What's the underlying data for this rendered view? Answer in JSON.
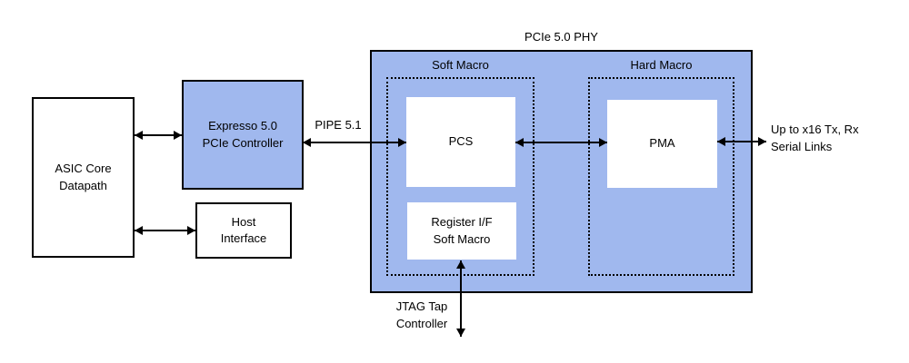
{
  "diagram": {
    "colors": {
      "blue_fill": "#a0b8ee",
      "white_fill": "#ffffff",
      "line_black": "#000000"
    },
    "nodes": {
      "asic": {
        "label": "ASIC Core\nDatapath"
      },
      "expresso": {
        "label": "Expresso 5.0\nPCIe Controller"
      },
      "host": {
        "label": "Host\nInterface"
      },
      "phy": {
        "title": "PCIe 5.0 PHY"
      },
      "soft_macro": {
        "label": "Soft Macro"
      },
      "hard_macro": {
        "label": "Hard Macro"
      },
      "pcs": {
        "label": "PCS"
      },
      "pma": {
        "label": "PMA"
      },
      "register_if": {
        "label": "Register I/F\nSoft Macro"
      }
    },
    "edge_labels": {
      "pipe": "PIPE 5.1",
      "serial": "Up to x16 Tx, Rx\nSerial Links",
      "jtag": "JTAG Tap\nController"
    }
  }
}
